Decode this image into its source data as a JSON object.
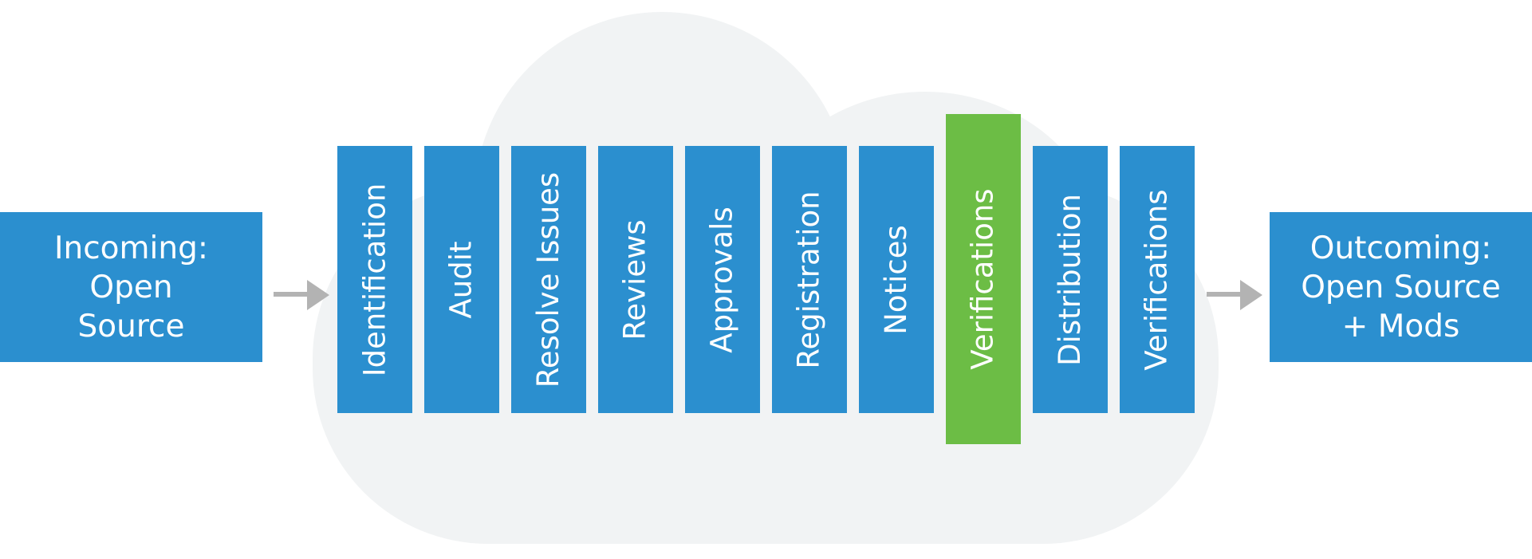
{
  "colors": {
    "stage": "#2b8fcf",
    "highlight": "#6cbd45",
    "cloud": "#f1f3f4",
    "arrow": "#b3b3b3",
    "text": "#ffffff"
  },
  "incoming": {
    "lines": [
      "Incoming:",
      "Open",
      "Source"
    ]
  },
  "outgoing": {
    "lines": [
      "Outcoming:",
      "Open Source",
      "+ Mods"
    ]
  },
  "stages": [
    {
      "label": "Identification",
      "highlight": false
    },
    {
      "label": "Audit",
      "highlight": false
    },
    {
      "label": "Resolve Issues",
      "highlight": false
    },
    {
      "label": "Reviews",
      "highlight": false
    },
    {
      "label": "Approvals",
      "highlight": false
    },
    {
      "label": "Registration",
      "highlight": false
    },
    {
      "label": "Notices",
      "highlight": false
    },
    {
      "label": "Verifications",
      "highlight": true
    },
    {
      "label": "Distribution",
      "highlight": false
    },
    {
      "label": "Verifications",
      "highlight": false
    }
  ]
}
